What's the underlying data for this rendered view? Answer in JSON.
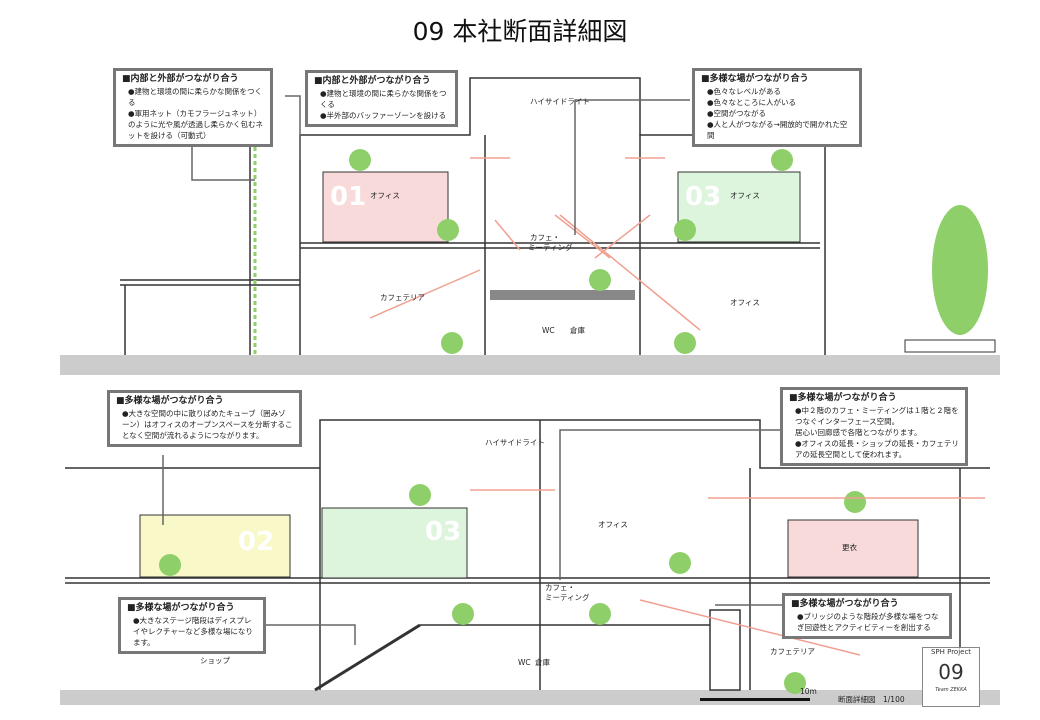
{
  "title": "09 本社断面詳細図",
  "notes": [
    {
      "heading": "■内部と外部がつながり合う",
      "bullets": [
        "●建物と環境の間に柔らかな関係をつくる",
        "●軍用ネット（カモフラージュネット）のように光や風が透過し柔らかく包むネットを設ける（可動式）"
      ]
    },
    {
      "heading": "■内部と外部がつながり合う",
      "bullets": [
        "●建物と環境の間に柔らかな関係をつくる",
        "●半外部のバッファーゾーンを設ける"
      ]
    },
    {
      "heading": "■多様な場がつながり合う",
      "bullets": [
        "●色々なレベルがある",
        "●色々なところに人がいる",
        "●空間がつながる",
        "●人と人がつながる→開放的で開かれた空間"
      ]
    },
    {
      "heading": "■多様な場がつながり合う",
      "bullets": [
        "●大きな空間の中に散りばめたキューブ（囲みゾーン）はオフィスのオープンスペースを分断することなく空間が流れるようにつながります。"
      ]
    },
    {
      "heading": "■多様な場がつながり合う",
      "bullets": [
        "●中２階のカフェ・ミーティングは１階と２階をつなぐインターフェース空間。",
        "居心い回廊感で各階とつながります。",
        "●オフィスの延長・ショップの延長・カフェテリアの延長空間として使われます。"
      ]
    },
    {
      "heading": "■多様な場がつながり合う",
      "bullets": [
        "●大きなステージ階段はディスプレイやレクチャーなど多様な場になります。"
      ]
    },
    {
      "heading": "■多様な場がつながり合う",
      "bullets": [
        "●ブリッジのような階段が多様な場をつなぎ回遊性とアクティビティーを創出する"
      ]
    }
  ],
  "labels": {
    "highside": "ハイサイドライト",
    "office": "オフィス",
    "cafe1": "カフェ・",
    "cafe2": "ミーティング",
    "cafeteria": "カフェテリア",
    "wc": "WC",
    "storage": "倉庫",
    "locker": "更衣",
    "shop": "ショップ",
    "n01": "01",
    "n02": "02",
    "n03": "03",
    "scale": "断面詳細図　1/100",
    "scale_mark": "10m"
  },
  "stamp": {
    "project": "SPH Project",
    "number": "09",
    "team": "Team ZEKKA"
  },
  "colors": {
    "zone01": "#f8dada",
    "zone02": "#f8f8c8",
    "zone03": "#dcf5dc",
    "tree": "#8fcf6a",
    "arrow": "#f0a090"
  }
}
